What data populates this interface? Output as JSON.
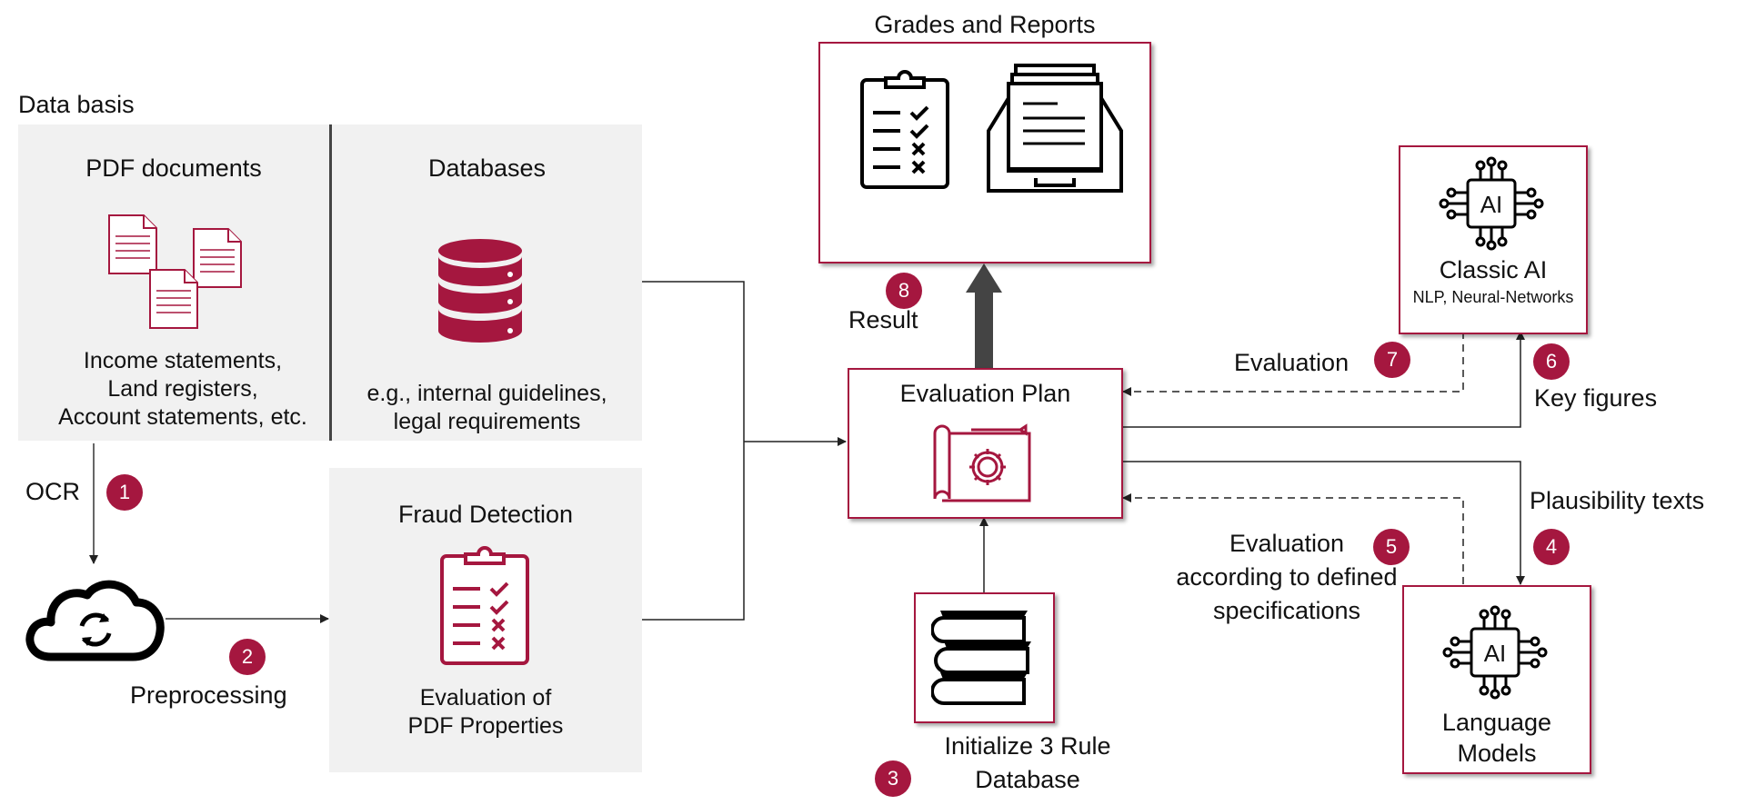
{
  "data_basis": {
    "title": "Data basis",
    "pdf": {
      "title": "PDF documents",
      "desc": [
        "Income statements,",
        "Land registers,",
        "Account statements, etc."
      ]
    },
    "databases": {
      "title": "Databases",
      "desc": [
        "e.g., internal guidelines,",
        "legal requirements"
      ]
    }
  },
  "fraud": {
    "title": "Fraud Detection",
    "desc": [
      "Evaluation of",
      "PDF Properties"
    ]
  },
  "grades": {
    "title": "Grades and Reports"
  },
  "evaluation_plan": {
    "title": "Evaluation Plan"
  },
  "classic_ai": {
    "title": "Classic AI",
    "subtitle": "NLP, Neural-Networks",
    "chip": "AI"
  },
  "language_models": {
    "title": [
      "Language",
      "Models"
    ],
    "chip": "AI"
  },
  "rule_db": {
    "label": [
      "Initialize 3 Rule",
      "Database"
    ]
  },
  "labels": {
    "ocr": "OCR",
    "preprocessing": "Preprocessing",
    "result": "Result",
    "evaluation_classic": "Evaluation",
    "key_figures": "Key figures",
    "plausibility": "Plausibility texts",
    "evaluation_lm": [
      "Evaluation",
      "according to defined",
      "specifications"
    ]
  },
  "steps": {
    "s1": "1",
    "s2": "2",
    "s3": "3",
    "s4": "4",
    "s5": "5",
    "s6": "6",
    "s7": "7",
    "s8": "8"
  },
  "colors": {
    "accent": "#a5173f",
    "panel": "#f1f1f1",
    "line": "#222222"
  },
  "icons": [
    "document-icon",
    "database-icon",
    "cloud-sync-icon",
    "clipboard-checklist-icon",
    "file-drawer-icon",
    "blueprint-gear-icon",
    "ai-chip-icon",
    "books-icon"
  ]
}
